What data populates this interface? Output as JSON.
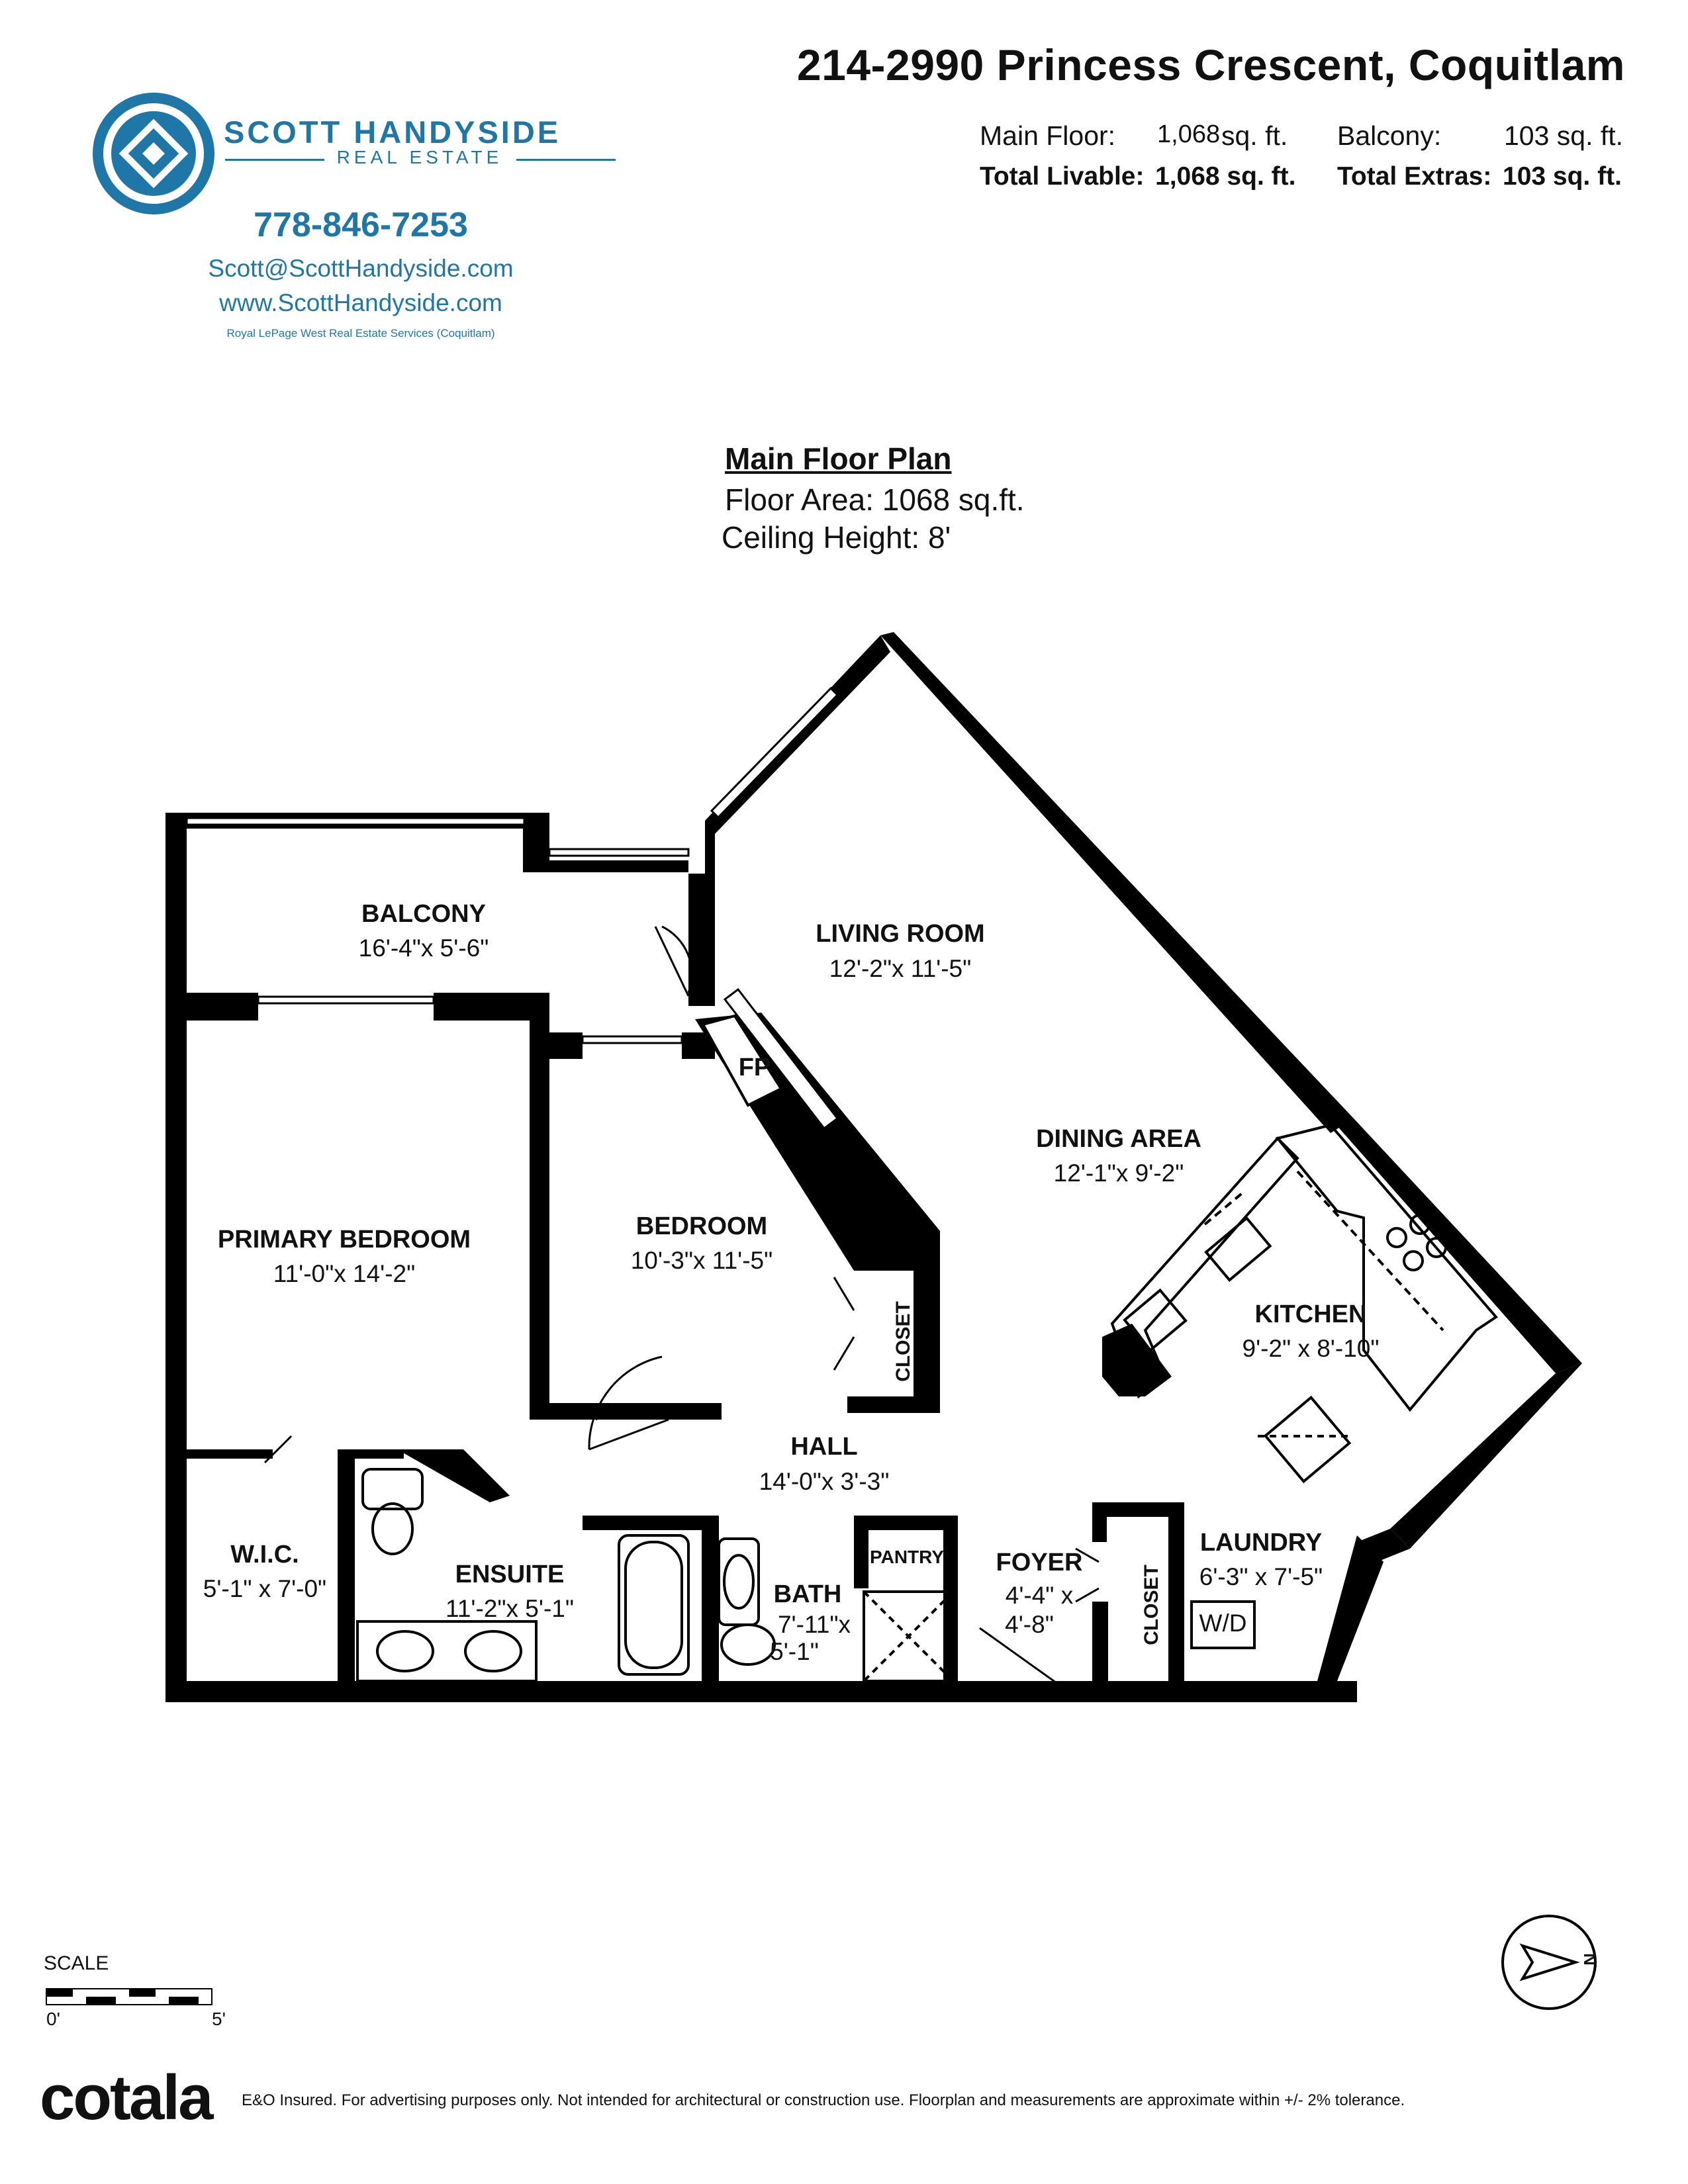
{
  "header": {
    "address": "214-2990 Princess Crescent, Coquitlam",
    "main_floor_label": "Main Floor:",
    "main_floor_value": "1,068",
    "main_floor_unit": "sq. ft.",
    "balcony_label": "Balcony:",
    "balcony_value": "103 sq. ft.",
    "total_livable_label": "Total Livable:",
    "total_livable_value": "1,068 sq. ft.",
    "total_extras_label": "Total Extras:",
    "total_extras_value": "103 sq. ft."
  },
  "brand": {
    "name": "SCOTT HANDYSIDE",
    "sub": "REAL ESTATE",
    "phone": "778-846-7253",
    "email": "Scott@ScottHandyside.com",
    "website": "www.ScottHandyside.com",
    "brokerage": "Royal LePage West Real Estate Services (Coquitlam)",
    "color": "#1f77a8"
  },
  "plan": {
    "title": "Main Floor Plan",
    "floor_area": "Floor Area: 1068 sq.ft.",
    "ceiling": "Ceiling Height: 8'"
  },
  "rooms": {
    "balcony": {
      "name": "BALCONY",
      "dim": "16'-4\"x  5'-6\""
    },
    "living": {
      "name": "LIVING ROOM",
      "dim": "12'-2\"x 11'-5\""
    },
    "dining": {
      "name": "DINING AREA",
      "dim": "12'-1\"x  9'-2\""
    },
    "fp": "FP",
    "primary": {
      "name": "PRIMARY BEDROOM",
      "dim": "11'-0\"x 14'-2\""
    },
    "bedroom": {
      "name": "BEDROOM",
      "dim": "10'-3\"x 11'-5\""
    },
    "closet1": "CLOSET",
    "kitchen": {
      "name": "KITCHEN",
      "dim": "9'-2\" x 8'-10\""
    },
    "hall": {
      "name": "HALL",
      "dim": "14'-0\"x  3'-3\""
    },
    "wic": {
      "name": "W.I.C.",
      "dim": "5'-1\"  x  7'-0\""
    },
    "ensuite": {
      "name": "ENSUITE",
      "dim": "11'-2\"x  5'-1\""
    },
    "bath": {
      "name": "BATH",
      "dim1": "7'-11\"x",
      "dim2": "5'-1\""
    },
    "pantry": "PANTRY",
    "foyer": {
      "name": "FOYER",
      "dim1": "4'-4\" x",
      "dim2": "4'-8\""
    },
    "closet2": "CLOSET",
    "laundry": {
      "name": "LAUNDRY",
      "dim": "6'-3\"  x  7'-5\""
    },
    "wd": "W/D"
  },
  "scale": {
    "label": "SCALE",
    "start": "0'",
    "end": "5'"
  },
  "compass": {
    "label": "N"
  },
  "footer": {
    "logo": "cotala",
    "disclaimer": "E&O Insured. For advertising purposes only. Not intended for architectural or construction use. Floorplan and measurements are approximate within +/- 2% tolerance."
  }
}
